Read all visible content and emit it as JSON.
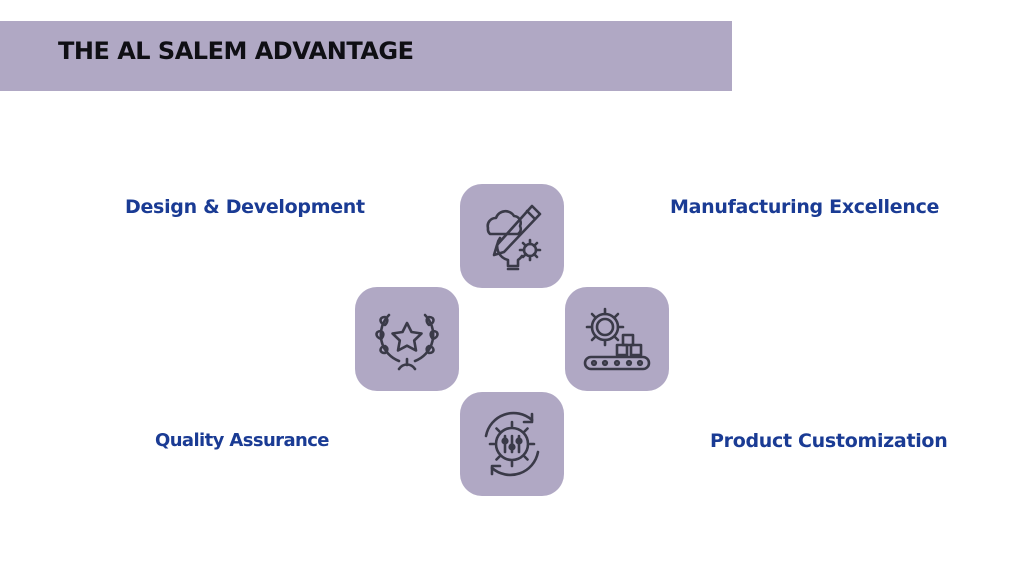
{
  "header": {
    "title": "THE AL SALEM ADVANTAGE"
  },
  "items": [
    {
      "label": "Design & Development",
      "icon": "design-development-icon"
    },
    {
      "label": "Manufacturing Excellence",
      "icon": "manufacturing-gear-conveyor-icon"
    },
    {
      "label": "Quality Assurance",
      "icon": "laurel-star-award-icon"
    },
    {
      "label": "Product Customization",
      "icon": "gear-settings-cycle-icon"
    }
  ],
  "colors": {
    "band": "#b0a8c4",
    "tile": "#b0a8c4",
    "label": "#1a3b94",
    "title": "#0f0f14"
  }
}
